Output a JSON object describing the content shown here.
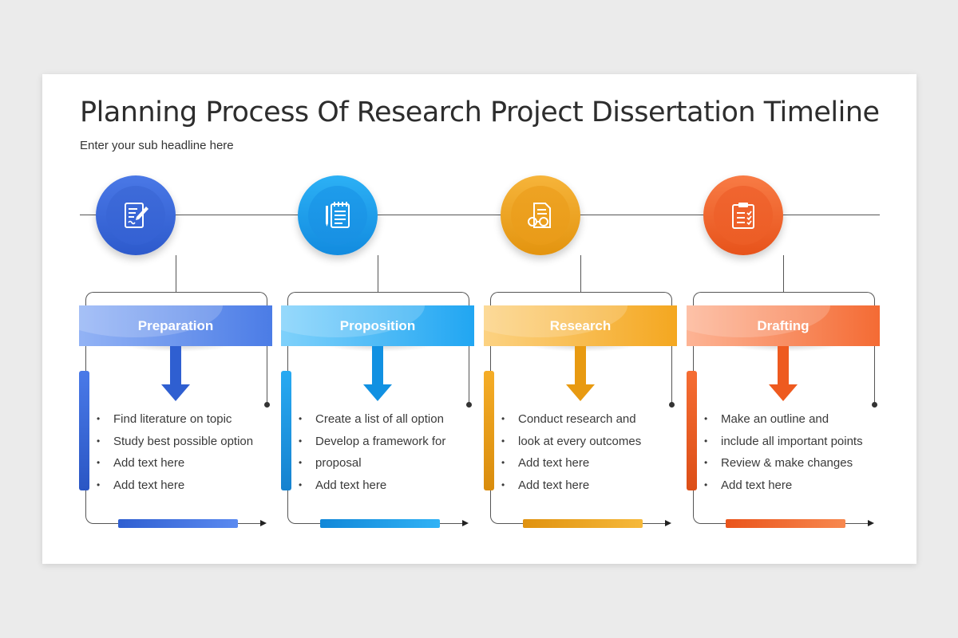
{
  "title": "Planning Process Of Research Project Dissertation Timeline",
  "subtitle": "Enter your sub headline here",
  "steps": [
    {
      "label": "Preparation",
      "icon": "document-pen-icon",
      "color": "#2f5fd1",
      "light_color": "#93b3f5",
      "bullets": [
        "Find literature on topic",
        "Study best possible option",
        "Add text here",
        "Add text here"
      ]
    },
    {
      "label": "Proposition",
      "icon": "notepad-pencil-icon",
      "color": "#1191e2",
      "light_color": "#7fd1fb",
      "bullets": [
        "Create a list of all option",
        "Develop a framework for",
        "proposal",
        "Add text here"
      ]
    },
    {
      "label": "Research",
      "icon": "document-glasses-icon",
      "color": "#e89a11",
      "light_color": "#fcd282",
      "bullets": [
        "Conduct research and",
        "look at every outcomes",
        "Add text here",
        "Add text here"
      ]
    },
    {
      "label": "Drafting",
      "icon": "clipboard-checklist-icon",
      "color": "#ee5a1f",
      "light_color": "#fdb495",
      "bullets": [
        "Make an outline and",
        "include all important points",
        "Review & make changes",
        "Add text here"
      ]
    }
  ]
}
